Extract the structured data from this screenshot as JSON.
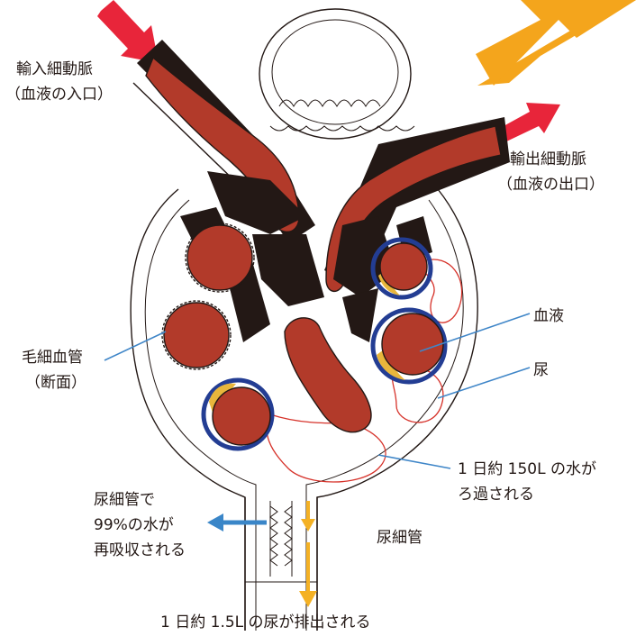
{
  "labels": {
    "afferent": {
      "line1": "輸入細動脈",
      "line2": "（血液の入口）"
    },
    "efferent": {
      "line1": "輸出細動脈",
      "line2": "（血液の出口）"
    },
    "capillary": {
      "line1": "毛細血管",
      "line2": "（断面）"
    },
    "blood": "血液",
    "urine": "尿",
    "filtration": {
      "line1": "1 日約 150L の水が",
      "line2": "ろ過される"
    },
    "reabsorption": {
      "line1": "尿細管で",
      "line2": "99%の水が",
      "line3": "再吸収される"
    },
    "tubule": "尿細管",
    "excretion": "1 日約 1.5L の尿が排出される"
  },
  "colors": {
    "blood": "#b23a2a",
    "capillary_wall": "#233d93",
    "urine_line": "#d6322a",
    "inflow_arrow": "#e8253a",
    "light_arrow": "#f4a51c",
    "flow_arrow": "#f4b124",
    "reabsorb_arrow": "#3a86c8",
    "leader_line": "#3f86c8",
    "plasma_yellow": "#e8b63c"
  }
}
